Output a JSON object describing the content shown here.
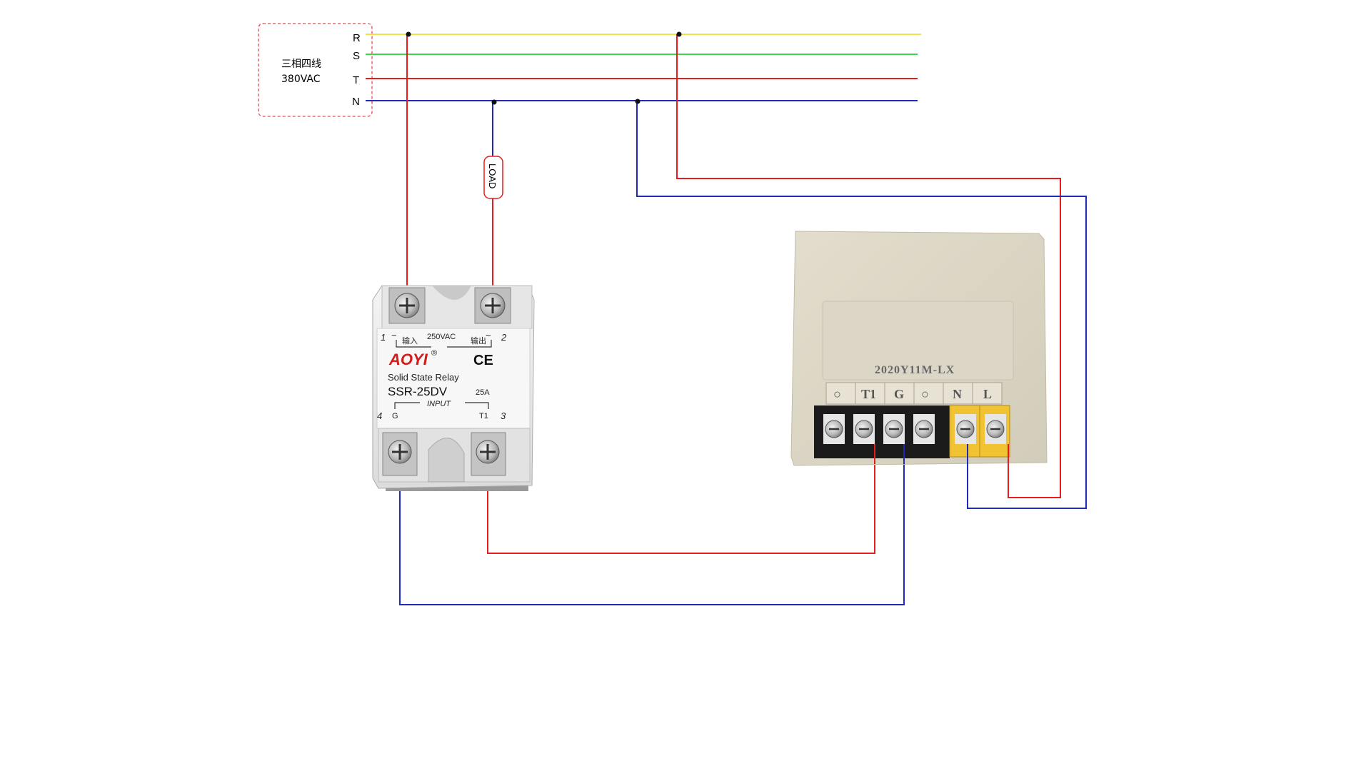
{
  "source": {
    "label_line1": "三相四线",
    "label_line2": "380VAC"
  },
  "phases": [
    {
      "name": "R",
      "color": "#f2e04a"
    },
    {
      "name": "S",
      "color": "#3fd14a"
    },
    {
      "name": "T",
      "color": "#e81c1c"
    },
    {
      "name": "N",
      "color": "#1f2ab8"
    }
  ],
  "load": {
    "label": "LOAD"
  },
  "wire_colors": {
    "live": "#e81c1c",
    "neutral": "#1f2ab8"
  },
  "relay": {
    "brand": "AOYI",
    "brand_mark": "®",
    "ce_mark": "CE",
    "type": "Solid State Relay",
    "model": "SSR-25DV",
    "rating": "25A",
    "voltage": "250VAC",
    "in_label": "输入",
    "out_label": "输出",
    "input_label": "INPUT",
    "terminal_1": "1",
    "terminal_2": "2",
    "terminal_3": "3",
    "terminal_4": "4",
    "tilde_left": "~",
    "tilde_right": "~",
    "pin_g": "G",
    "pin_t1": "T1"
  },
  "controller": {
    "model": "2020Y11M-LX",
    "terminals": [
      "○",
      "T1",
      "G",
      "○",
      "N",
      "L"
    ]
  }
}
